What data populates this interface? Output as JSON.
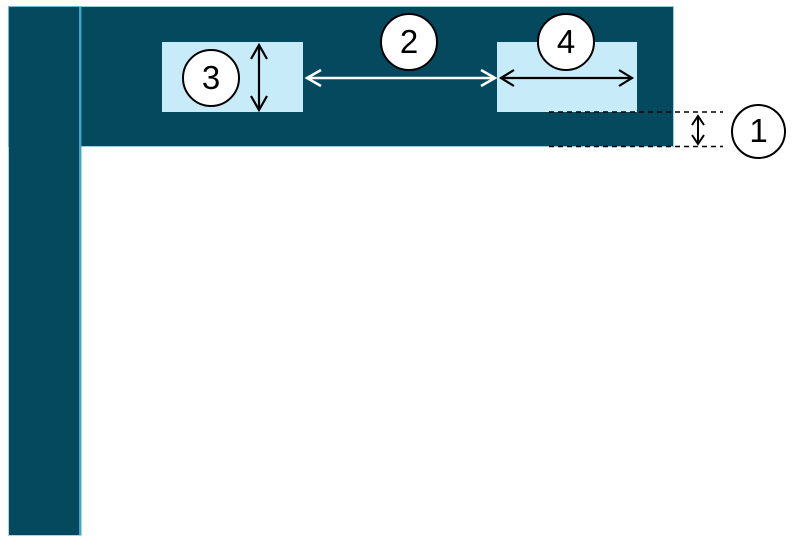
{
  "figure": {
    "callouts": [
      {
        "label": "1"
      },
      {
        "label": "2"
      },
      {
        "label": "3"
      },
      {
        "label": "4"
      }
    ]
  },
  "colors": {
    "background": "#FFFFFF",
    "bar_fill": "#04495E",
    "bar_edge": "#3FA6C2",
    "tab_fill": "#C7EBF9",
    "callout_fill": "#FFFFFF",
    "callout_stroke": "#000000",
    "arrow_black": "#000000",
    "arrow_white": "#FFFFFF",
    "dashed_line": "#000000"
  }
}
